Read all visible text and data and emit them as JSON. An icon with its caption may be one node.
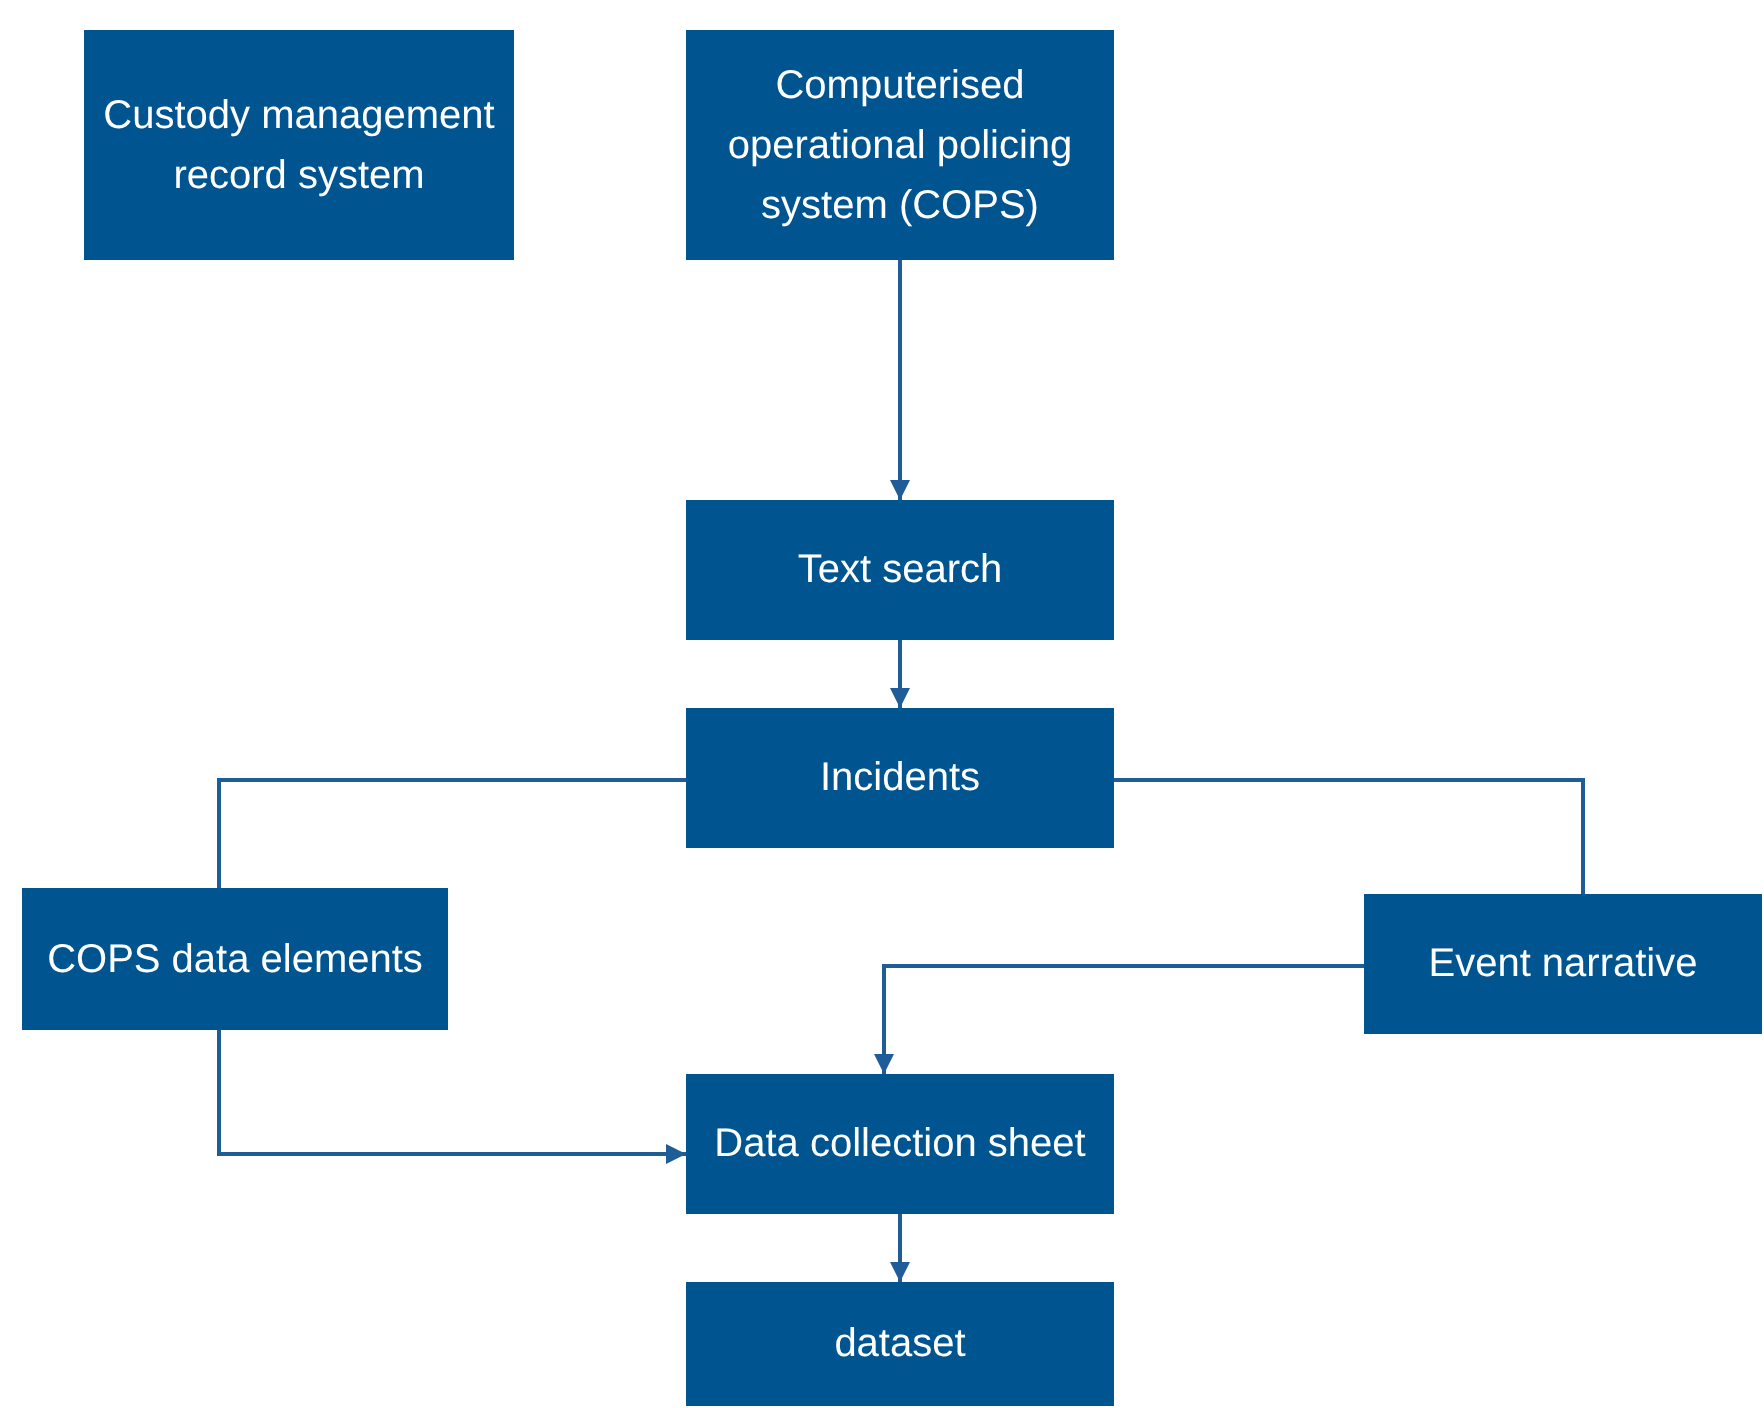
{
  "diagram": {
    "nodes": [
      {
        "text": [
          "Custody management record system"
        ]
      },
      {
        "text": [
          "Computerised operational policing system (COPS)"
        ]
      },
      {
        "text": [
          "Text search"
        ]
      },
      {
        "text": [
          "Incidents"
        ]
      },
      {
        "text": [
          "COPS data elements"
        ]
      },
      {
        "text": [
          "Event narrative"
        ]
      },
      {
        "text": [
          "Data collection sheet"
        ]
      },
      {
        "text": [
          "dataset"
        ]
      }
    ],
    "edges": [
      {
        "from": 1,
        "to": 2,
        "arrow": "to"
      },
      {
        "from": 2,
        "to": 3,
        "arrow": "to"
      },
      {
        "from": 3,
        "to": 4,
        "arrow": "none"
      },
      {
        "from": 3,
        "to": 5,
        "arrow": "none"
      },
      {
        "from": 4,
        "to": 6,
        "arrow": "to"
      },
      {
        "from": 5,
        "to": 6,
        "arrow": "to"
      },
      {
        "from": 6,
        "to": 7,
        "arrow": "to"
      }
    ]
  }
}
